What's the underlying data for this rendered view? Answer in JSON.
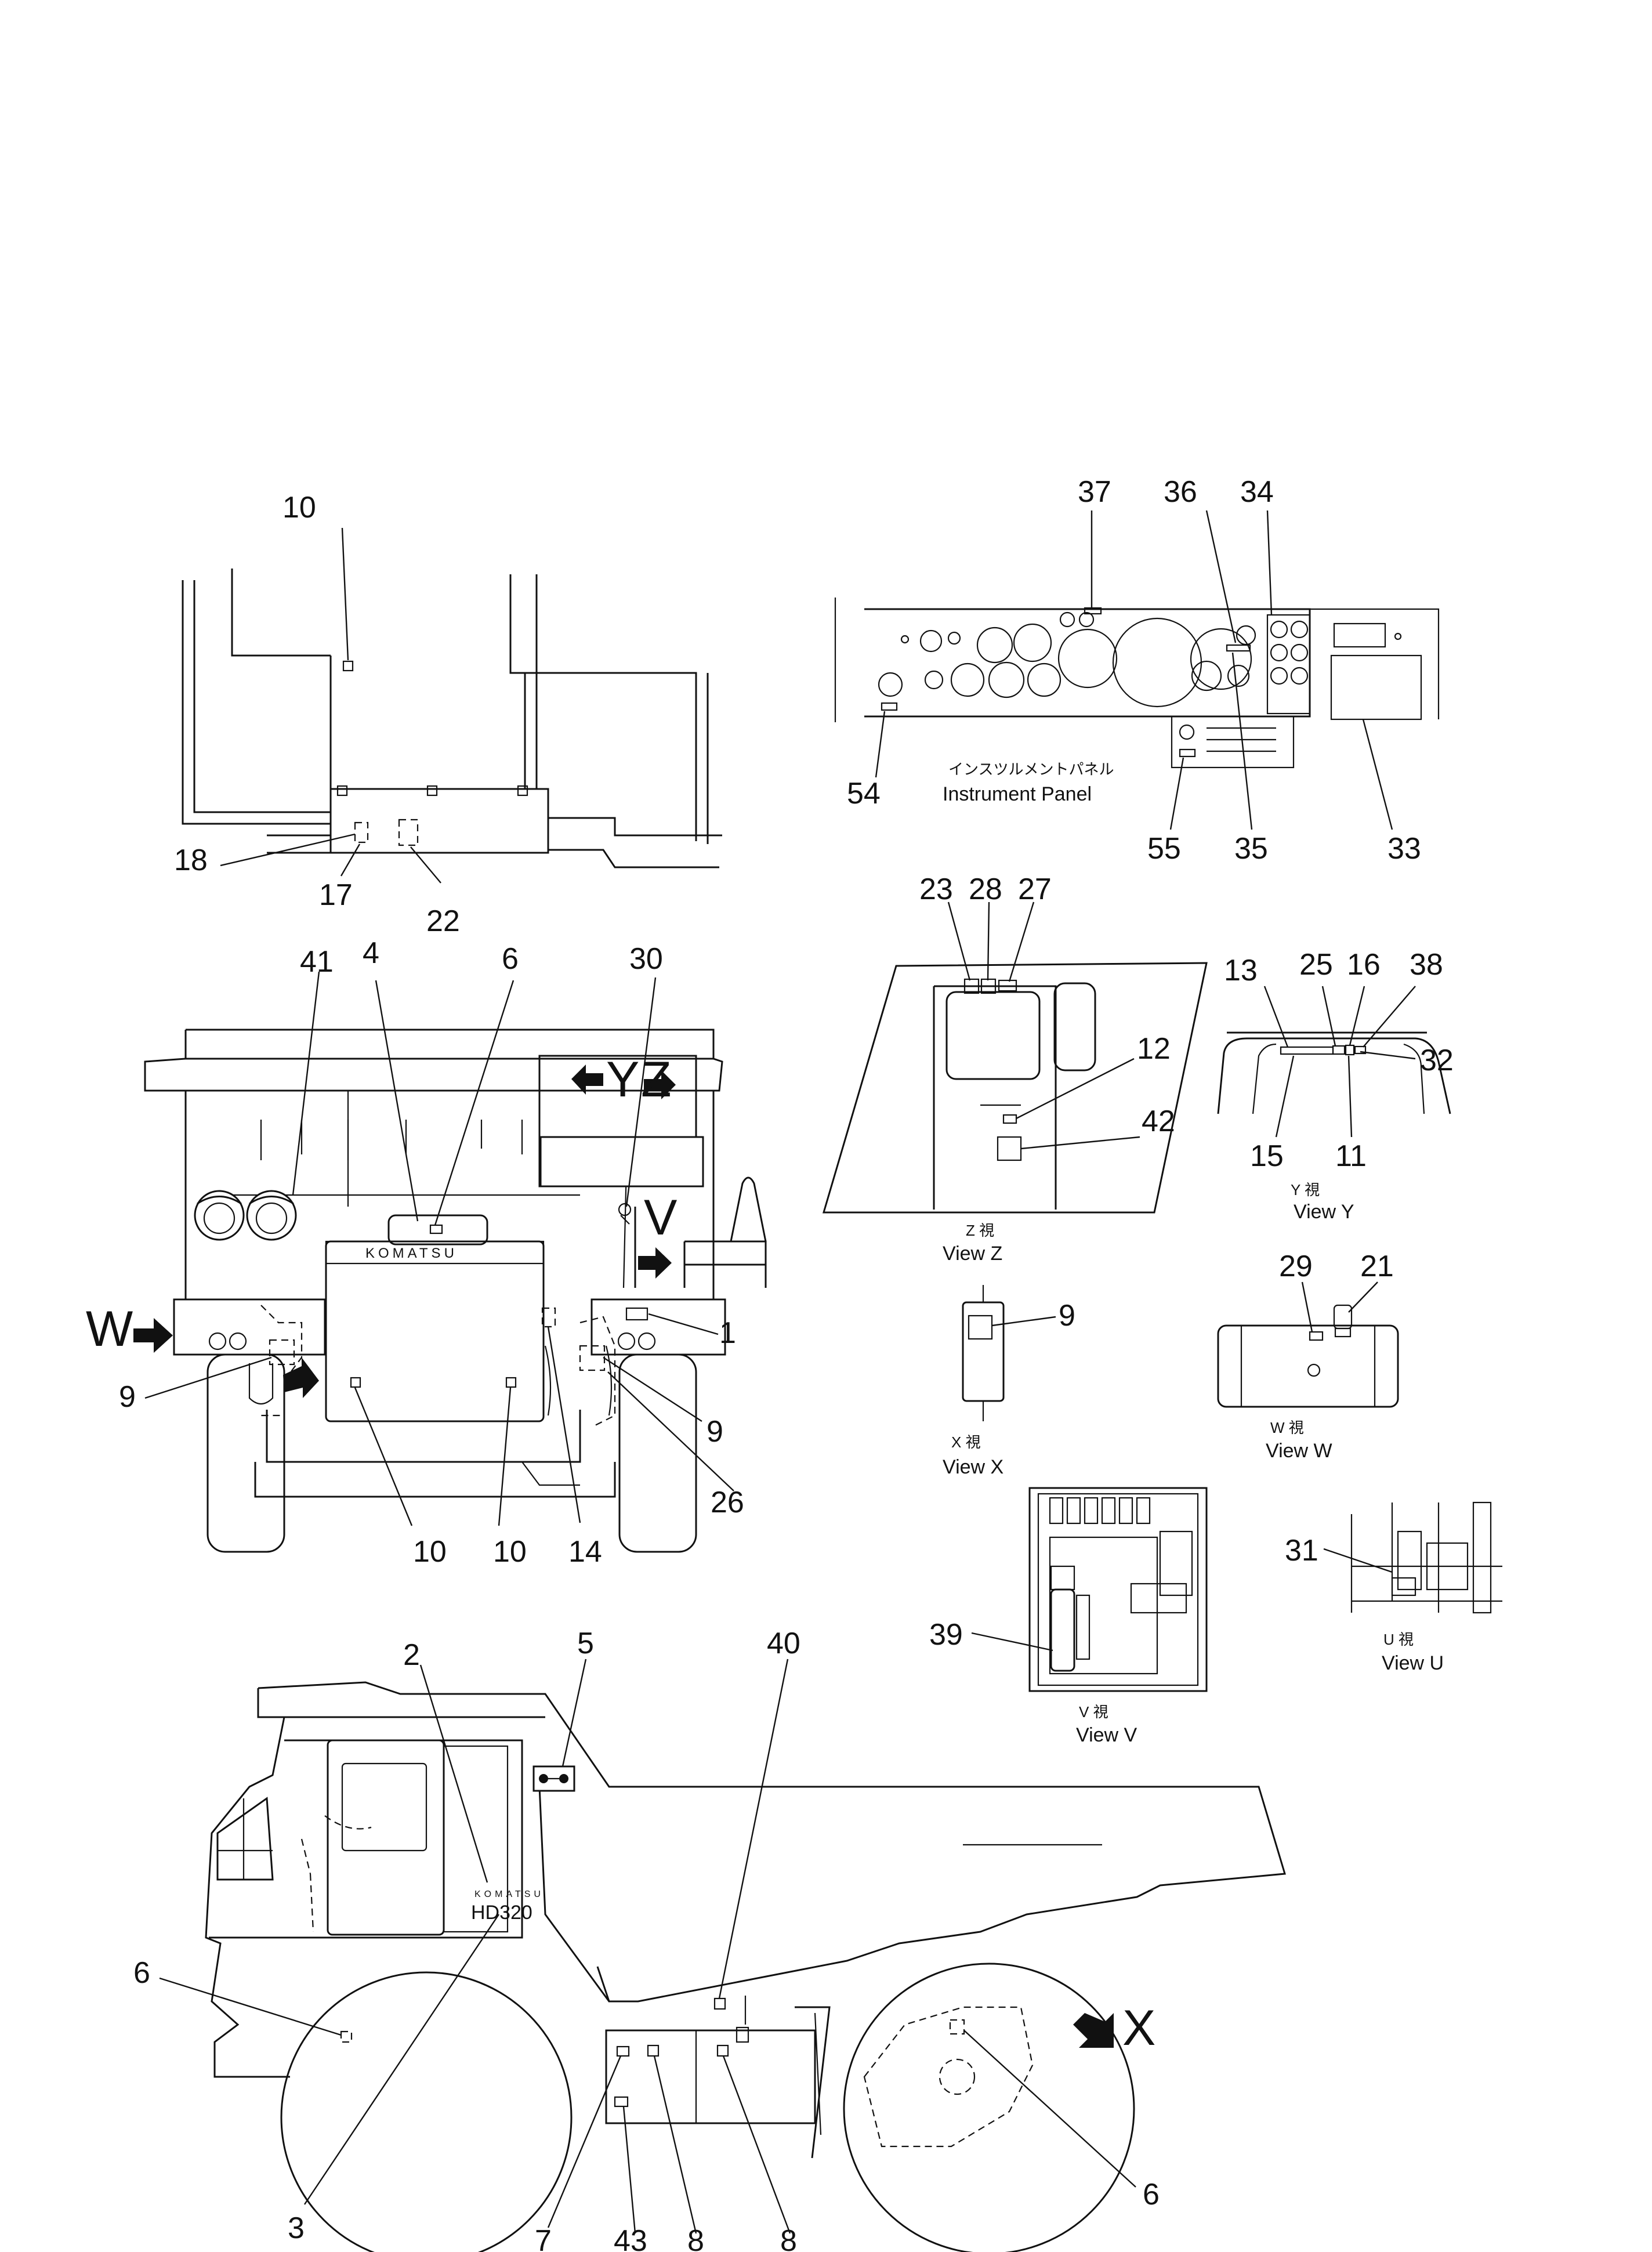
{
  "diagram": {
    "top_view": {
      "callouts": [
        "10",
        "18",
        "17",
        "22"
      ]
    },
    "instrument_panel": {
      "callouts": [
        "37",
        "36",
        "34",
        "54",
        "55",
        "35",
        "33"
      ],
      "caption_jp": "インスツルメントパネル",
      "caption_en": "Instrument Panel"
    },
    "view_z": {
      "callouts": [
        "23",
        "28",
        "27",
        "12",
        "42"
      ],
      "caption_jp": "Z 視",
      "caption_en": "View Z"
    },
    "view_y": {
      "callouts": [
        "13",
        "25",
        "16",
        "38",
        "32",
        "15",
        "11"
      ],
      "caption_jp": "Y 視",
      "caption_en": "View Y"
    },
    "view_x": {
      "callouts": [
        "9"
      ],
      "caption_jp": "X 視",
      "caption_en": "View X"
    },
    "view_w": {
      "callouts": [
        "29",
        "21"
      ],
      "caption_jp": "W 視",
      "caption_en": "View W"
    },
    "view_v": {
      "callouts": [
        "39"
      ],
      "caption_jp": "V 視",
      "caption_en": "View V"
    },
    "view_u": {
      "callouts": [
        "31"
      ],
      "caption_jp": "U 視",
      "caption_en": "View U"
    },
    "rear_view": {
      "callouts": [
        "41",
        "4",
        "6",
        "30",
        "1",
        "9",
        "9",
        "26",
        "10",
        "10",
        "14"
      ],
      "logo": "KOMATSU",
      "arrow_w": "W",
      "arrow_y": "Y",
      "arrow_z": "Z",
      "arrow_v": "V"
    },
    "side_view": {
      "callouts": [
        "2",
        "5",
        "40",
        "6",
        "3",
        "7",
        "43",
        "8",
        "8",
        "6"
      ],
      "logo": "KOMATSU",
      "model": "HD320",
      "arrow_x": "X"
    }
  }
}
